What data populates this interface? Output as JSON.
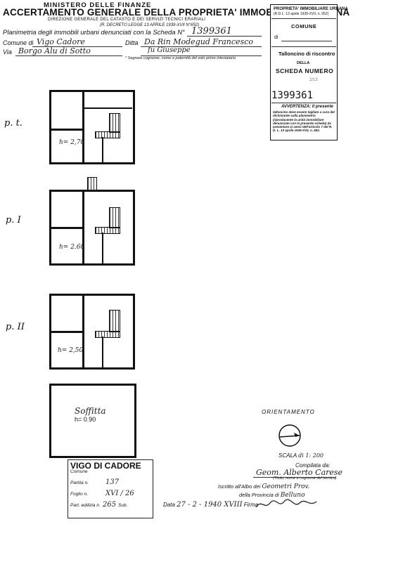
{
  "header": {
    "ministry": "MINISTERO DELLE FINANZE",
    "title": "ACCERTAMENTO GENERALE DELLA PROPRIETA' IMMOBILIARE URBANA",
    "direction": "DIREZIONE GENERALE DEL CATASTO E DEI SERVIZI TECNICI ERARIALI",
    "decree": "(R. DECRETO LEGGE 13 APRILE 1939-XVII N°652)",
    "planimetria_label": "Planimetria degli immobili urbani denunciati con la Scheda N°",
    "scheda_number": "1399361",
    "comune_label": "Comune di",
    "comune_value": "Vigo Cadore",
    "ditta_label": "Ditta",
    "ditta_value": "Da Rin Modegud Francesco",
    "via_label": "Via",
    "via_value": "Borgo Alu di Sotto",
    "ditta_value_2": "fu Giuseppe",
    "segnare_note": "* Segnare cognome, nome e paternità del solo primo intestatario"
  },
  "coupon": {
    "top_line1": "PROPRIETA' IMMOBILIARE URBANA",
    "top_line2": "(R.D.L. 13 aprile 1939-XVII, n. 652)",
    "comune": "COMUNE",
    "di": "di",
    "title": "Talloncino di riscontro",
    "della": "DELLA",
    "scheda": "SCHEDA NUMERO",
    "small": "2/13",
    "number": "1399361",
    "avvertenza_title": "AVVERTENZA: Il presente",
    "avvertenza": "talloncino deve essere tagliato a cura del dichiarante sulla planimetria (riproducente la unità immobiliare denunciata con la presente scheda) da presentare ai sensi dell'articolo 7 del R. D. L. 13 aprile 1939-XVII, n. 652."
  },
  "floors": {
    "pt": "p. t.",
    "pt_h": "h= 2,70",
    "p1": "p. I",
    "p1_h": "h= 2.60",
    "p2": "p. II",
    "p2_h": "h= 2,50",
    "soffitta": "Soffitta",
    "soffitta_h": "h= 0.90"
  },
  "orientamento": {
    "label": "ORIENTAMENTO",
    "scala_label": "SCALA",
    "scala_value": "di 1: 200"
  },
  "compiler": {
    "compilata": "Compilata da:",
    "name": "Geom. Alberto Carese",
    "titolo_note": "(Titolo, nome e cognome del tecnico)",
    "iscritto": "Iscritto all'Albo dei",
    "albo_value": "Geometri Prov.",
    "provincia": "della Provincia di",
    "provincia_value": "Belluno",
    "data_label": "Data",
    "data_value": "27 - 2 - 1940 XVIII",
    "firma_label": "Firma"
  },
  "stamp": {
    "title": "VIGO DI CADORE",
    "comune_label": "Comune",
    "partita_label": "Partita n.",
    "partita_value": "137",
    "foglio_label": "Foglio n.",
    "foglio_value": "XVI / 26",
    "part_label": "Part. edilizia n.",
    "part_value": "265",
    "sub_label": "Sub."
  }
}
